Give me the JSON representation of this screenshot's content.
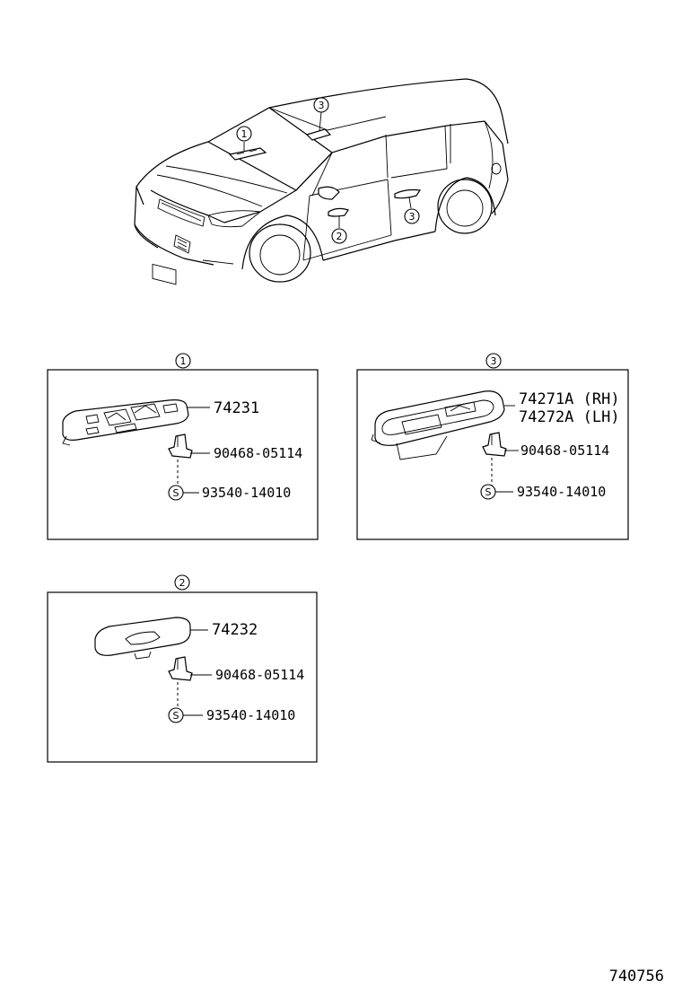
{
  "callouts": {
    "c1": "1",
    "c2": "2",
    "c3": "3"
  },
  "panel1": {
    "part_main": "74231",
    "part_clip": "90468-05114",
    "part_screw_symbol": "S",
    "part_screw": "93540-14010"
  },
  "panel2": {
    "part_main": "74232",
    "part_clip": "90468-05114",
    "part_screw_symbol": "S",
    "part_screw": "93540-14010"
  },
  "panel3": {
    "part_main_rh": "74271A (RH)",
    "part_main_lh": "74272A (LH)",
    "part_clip": "90468-05114",
    "part_screw_symbol": "S",
    "part_screw": "93540-14010"
  },
  "diagram_code": "740756"
}
